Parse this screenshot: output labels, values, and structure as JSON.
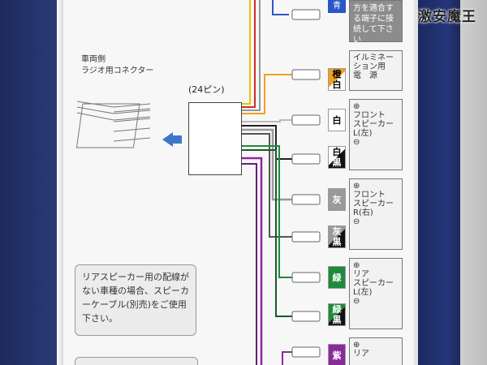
{
  "logo": {
    "text": "激安魔王"
  },
  "connector": {
    "vehicle_side_label_line1": "車両側",
    "vehicle_side_label_line2": "ラジオ用コネクター",
    "pin_count_label": "(24ピン)"
  },
  "top_partial": {
    "color_tag": "青",
    "instruction": "方を適合する端子に接続して下さい"
  },
  "wires": [
    {
      "id": "illum",
      "tag_top": "橙",
      "tag_bottom": "白",
      "box_lines": [
        "イルミネー",
        "ション用",
        "電　源"
      ]
    },
    {
      "id": "front_l_pos",
      "tag": "白",
      "box_lines": [
        "⊕",
        "フロント",
        "スピーカー",
        "L(左)",
        "⊖"
      ]
    },
    {
      "id": "front_l_neg",
      "tag_top": "白",
      "tag_bottom": "黒"
    },
    {
      "id": "front_r_pos",
      "tag": "灰",
      "box_lines": [
        "⊕",
        "フロント",
        "スピーカー",
        "R(右)",
        "⊖"
      ]
    },
    {
      "id": "front_r_neg",
      "tag_top": "灰",
      "tag_bottom": "黒"
    },
    {
      "id": "rear_l_pos",
      "tag": "緑",
      "box_lines": [
        "⊕",
        "リア",
        "スピーカー",
        "L(左)",
        "⊖"
      ]
    },
    {
      "id": "rear_l_neg",
      "tag_top": "緑",
      "tag_bottom": "黒"
    },
    {
      "id": "rear_r_pos",
      "tag": "紫",
      "box_lines": [
        "⊕",
        "リア"
      ]
    }
  ],
  "note": {
    "text": "リアスピーカー用の配線がない車種の場合、スピーカーケーブル(別売)をご使用下さい。"
  },
  "colors": {
    "navy": "#23336b",
    "arrow_blue": "#3d78c8",
    "wire_orange": "#f0a020",
    "wire_white": "#ffffff",
    "wire_gray": "#9a9a9a",
    "wire_green": "#1f8a3b",
    "wire_purple": "#8a2a9a",
    "wire_blue": "#2b56c7",
    "wire_yellow": "#e8c400"
  }
}
